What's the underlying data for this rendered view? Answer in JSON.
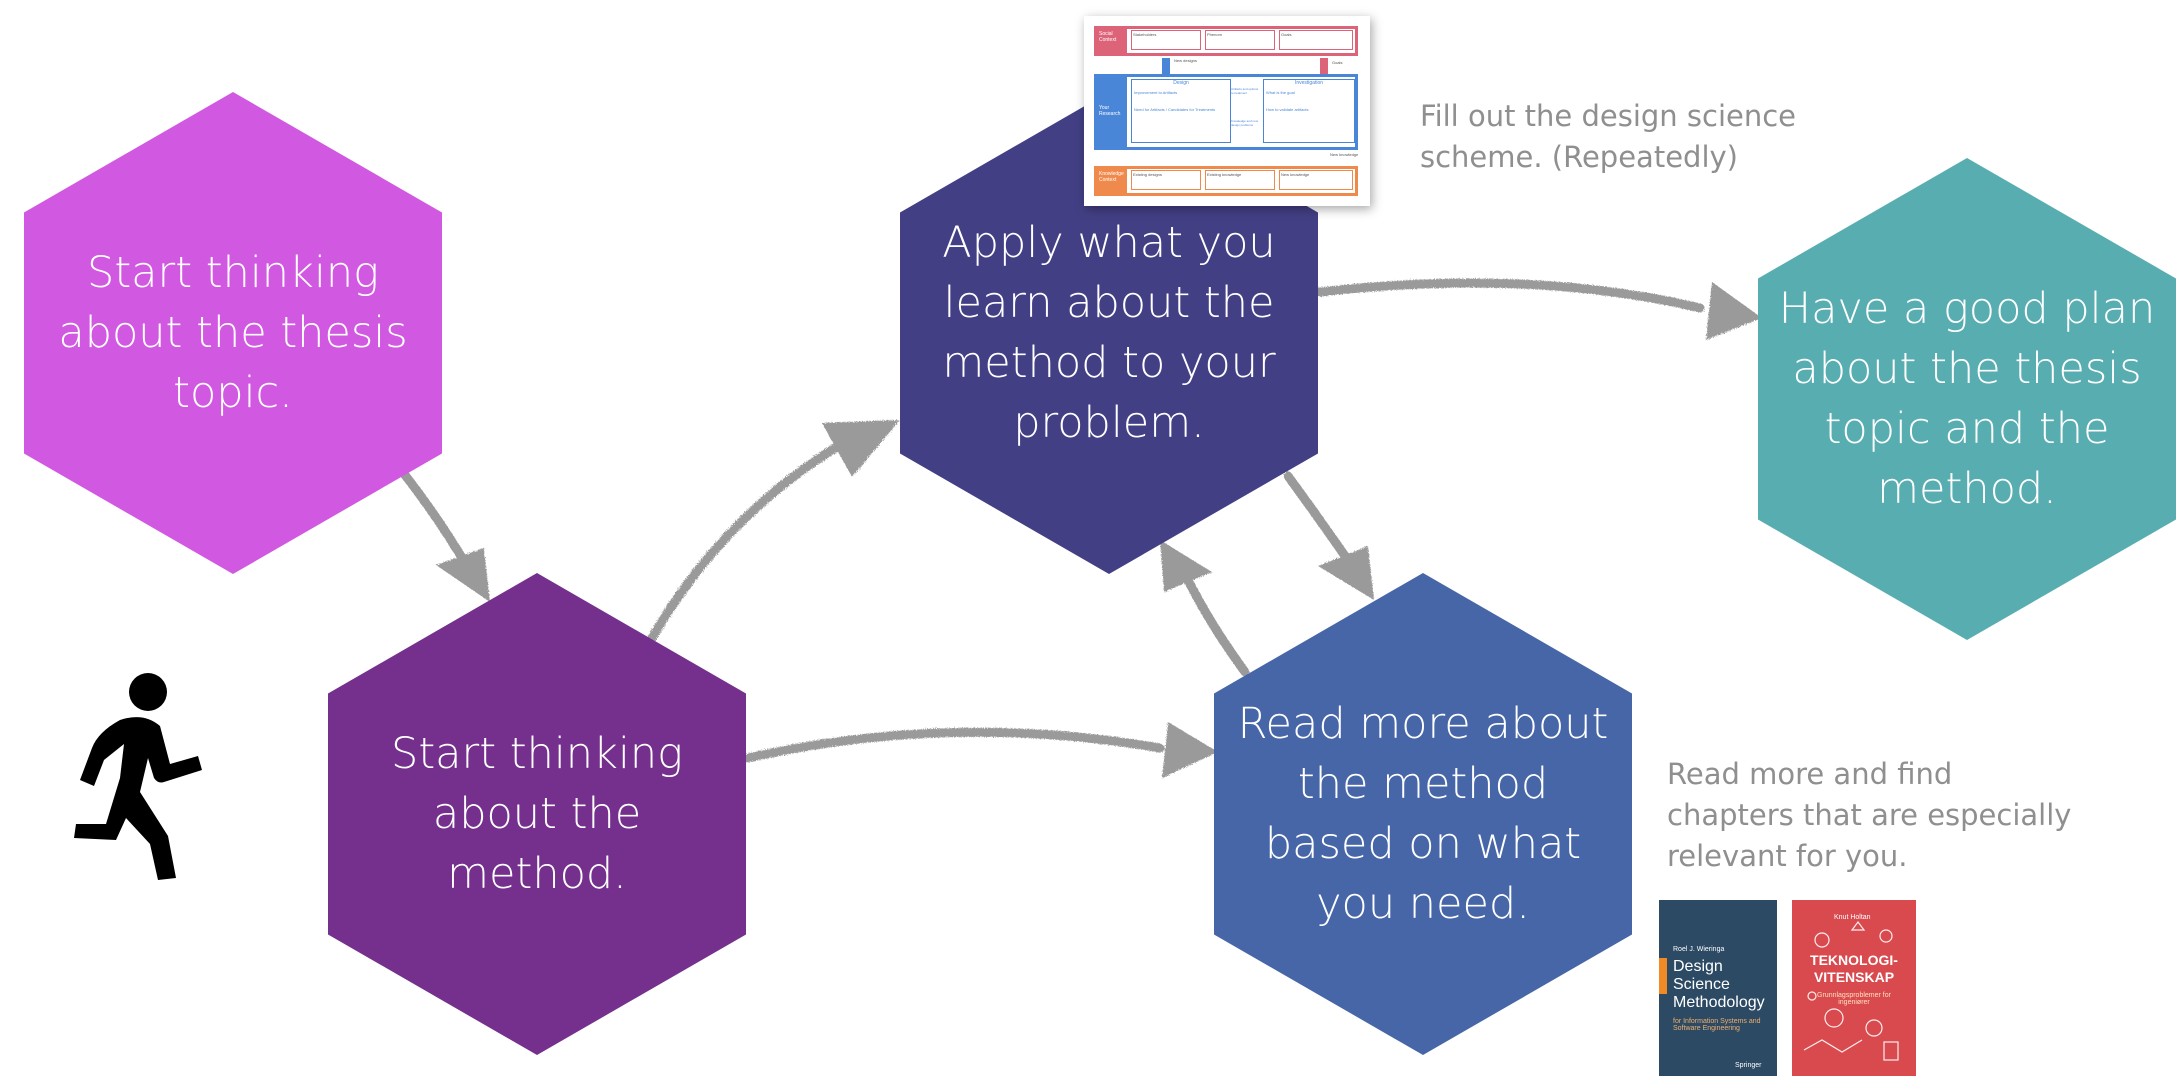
{
  "diagram": {
    "nodes": [
      {
        "id": "thesis-topic",
        "text": "Start thinking about the thesis topic.",
        "color": "#d158e0"
      },
      {
        "id": "start-method",
        "text": "Start thinking about the method.",
        "color": "#74308c"
      },
      {
        "id": "apply-method",
        "text": "Apply what you learn about the method to your problem.",
        "color": "#433f85"
      },
      {
        "id": "read-more",
        "text": "Read more about the method based on what you need.",
        "color": "#4766a8"
      },
      {
        "id": "good-plan",
        "text": "Have a good plan about the thesis topic and the method.",
        "color": "#58adb0"
      }
    ],
    "notes": {
      "scheme": "Fill out the design science scheme. (Repeatedly)",
      "read": "Read more and find chapters that are especially relevant for you."
    },
    "arrow_color": "#9a9a9a",
    "icons": {
      "runner": "running-person-icon"
    }
  },
  "scheme": {
    "rows": [
      {
        "label": "Social Context",
        "color": "#dd6478"
      },
      {
        "label": "Your Research",
        "color": "#4a86d8"
      },
      {
        "label": "Knowledge Context",
        "color": "#ef8a4c"
      }
    ],
    "cells": {
      "social": [
        "Stakeholders",
        "Phenom",
        "Goals"
      ],
      "design": "Design",
      "investigation": "Investigation",
      "design_items": [
        "Improvement to Artifacts",
        "Need for Artifacts / Candidates for Treatments"
      ],
      "investigation_items": [
        "What is the goal",
        "How to validate artifacts"
      ],
      "middle_items": [
        "Artifacts and options to treatment",
        "Knowledge and new design problems"
      ],
      "arrows": [
        "New designs",
        "Goals",
        "New knowledge"
      ],
      "knowledge": [
        "Existing designs",
        "Existing knowledge",
        "New knowledge"
      ]
    }
  },
  "books": [
    {
      "author": "Roel J. Wieringa",
      "title": "Design Science Methodology",
      "subtitle": "for Information Systems and Software Engineering",
      "publisher": "Springer",
      "bg": "#2c4a63",
      "accent": "#f08a24"
    },
    {
      "author": "Knut Holtan",
      "title": "TEKNOLOGI-VITENSKAP",
      "subtitle": "Grunnlagsproblemer for ingeniører",
      "publisher": "",
      "bg": "#d94a4f",
      "accent": "#ffffff"
    }
  ]
}
